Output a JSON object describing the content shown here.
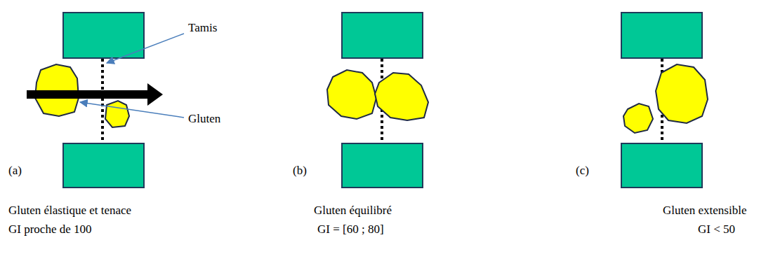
{
  "diagram": {
    "labels": [
      "Tamis",
      "Gluten",
      "(a)",
      "(b)",
      "(c)",
      "Gluten élastique et tenace",
      "Gluten équilibré",
      "Gluten extensible",
      "GI proche de 100",
      "GI = [60 ; 80]",
      "GI < 50"
    ]
  }
}
